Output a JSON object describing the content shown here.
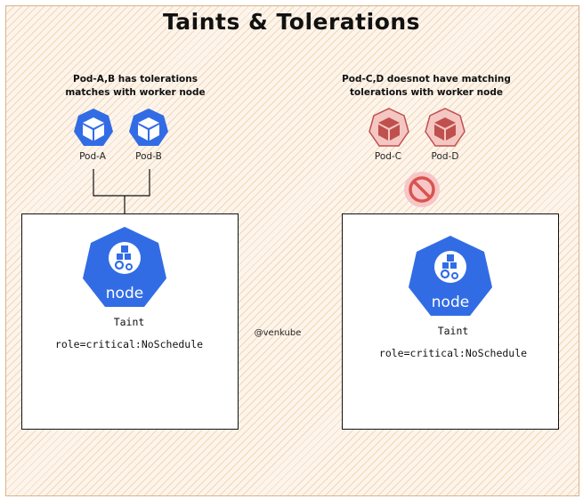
{
  "title": "Taints & Tolerations",
  "left_caption": {
    "line1": "Pod-A,B has tolerations",
    "line2": "matches with worker node"
  },
  "right_caption": {
    "line1": "Pod-C,D doesnot have matching",
    "line2": "tolerations with worker node"
  },
  "pods": [
    {
      "label": "Pod-A",
      "status": "tolerated"
    },
    {
      "label": "Pod-B",
      "status": "tolerated"
    },
    {
      "label": "Pod-C",
      "status": "not-tolerated"
    },
    {
      "label": "Pod-D",
      "status": "not-tolerated"
    }
  ],
  "nodes": [
    {
      "label": "node",
      "taint_heading": "Taint",
      "taint_value": "role=critical:NoSchedule"
    },
    {
      "label": "node",
      "taint_heading": "Taint",
      "taint_value": "role=critical:NoSchedule"
    }
  ],
  "handle": "@venkube",
  "icons": {
    "tolerated_pod": "cube-icon",
    "untolerated_pod": "cube-icon",
    "blocked": "no-entry-icon",
    "node": "kubernetes-node-icon"
  },
  "colors": {
    "k8s_blue": "#326ce5",
    "pod_red_fill": "#f4c7c3",
    "pod_red_stroke": "#c0504d",
    "pod_red_cube": "#c0504d",
    "blocked_fill": "#f7c6c6",
    "blocked_stroke": "#d9534f"
  }
}
